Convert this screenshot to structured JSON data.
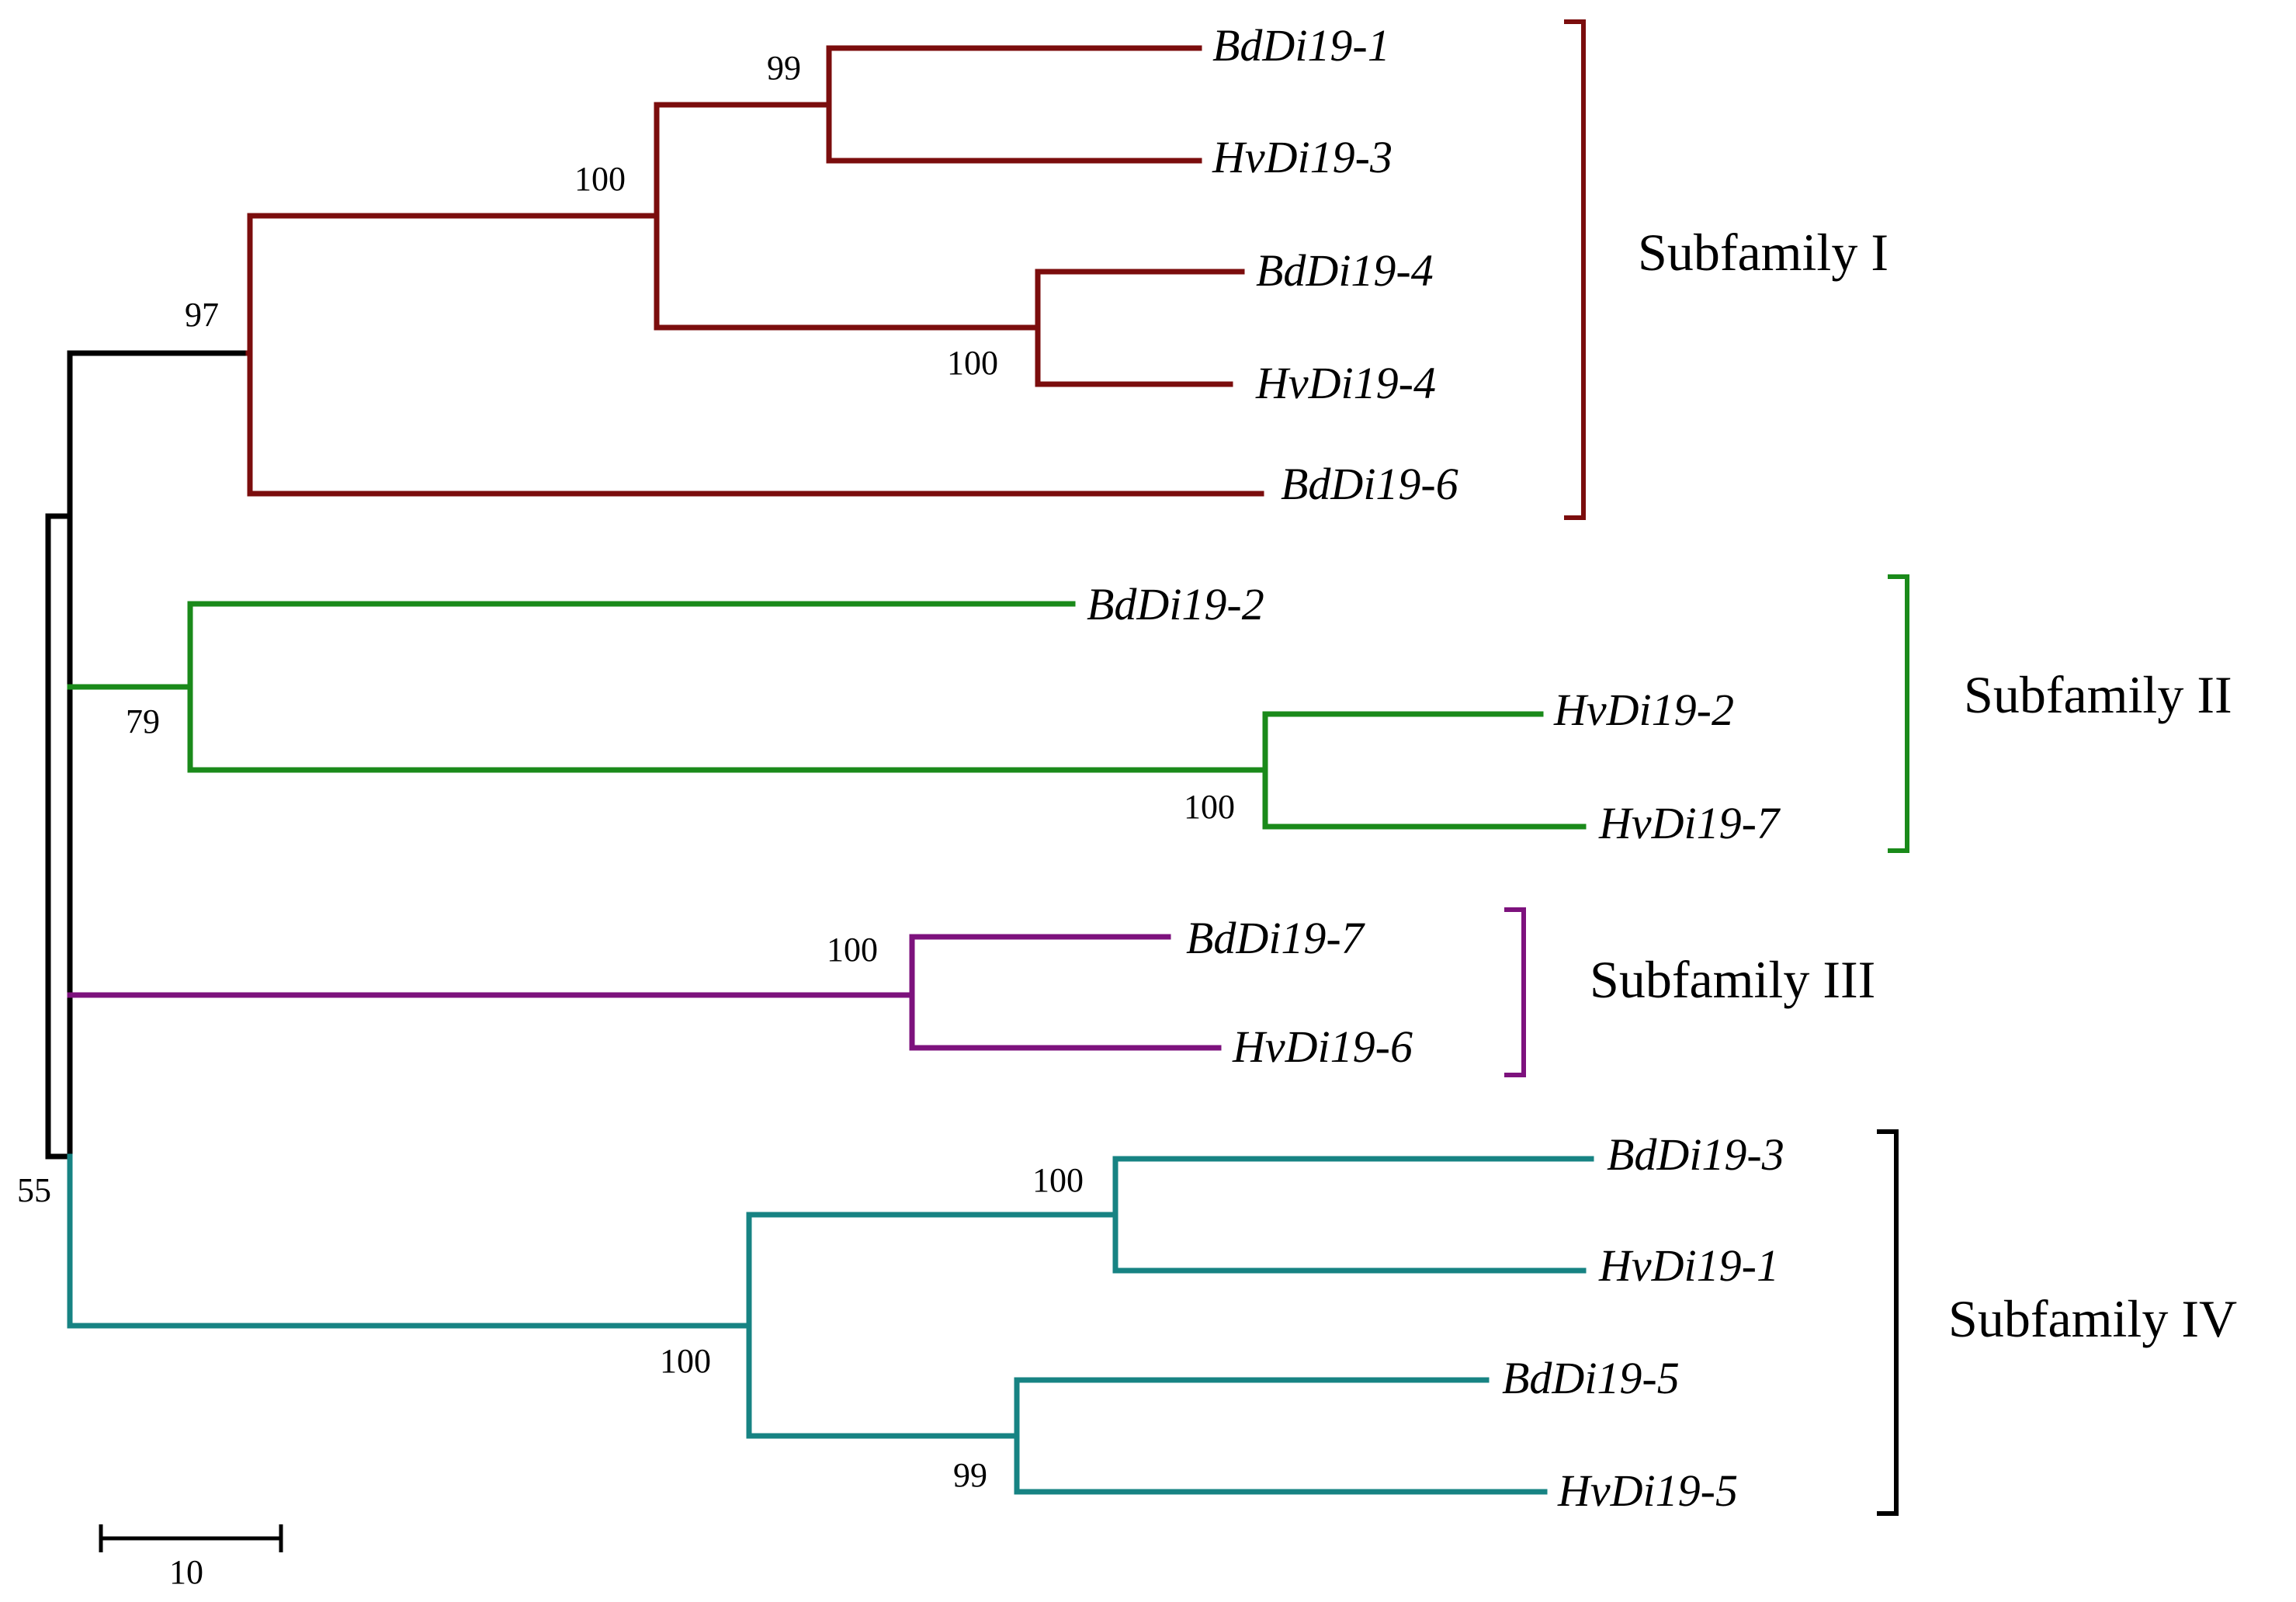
{
  "colors": {
    "subfamily_1": "#7b0d0d",
    "subfamily_2": "#1a8a1a",
    "subfamily_3": "#7d127d",
    "subfamily_4": "#178383",
    "root": "#000000",
    "bracket_4": "#000000"
  },
  "leaves": {
    "bd1": "BdDi19-1",
    "hv3": "HvDi19-3",
    "bd4": "BdDi19-4",
    "hv4": "HvDi19-4",
    "bd6": "BdDi19-6",
    "bd2": "BdDi19-2",
    "hv2": "HvDi19-2",
    "hv7": "HvDi19-7",
    "bd7": "BdDi19-7",
    "hv6": "HvDi19-6",
    "bd3": "BdDi19-3",
    "hv1": "HvDi19-1",
    "bd5": "BdDi19-5",
    "hv5": "HvDi19-5"
  },
  "bootstrap": {
    "n_bd1_hv3": "99",
    "n_I_top": "100",
    "n_bd4_hv4": "100",
    "n_I": "97",
    "n_II": "79",
    "n_hv2_hv7": "100",
    "n_III": "100",
    "n_bd3_hv1": "100",
    "n_IV": "100",
    "n_bd5_hv5": "99",
    "root": "55"
  },
  "subfamilies": {
    "s1": "Subfamily I",
    "s2": "Subfamily II",
    "s3": "Subfamily III",
    "s4": "Subfamily IV"
  },
  "scale": {
    "label": "10"
  }
}
